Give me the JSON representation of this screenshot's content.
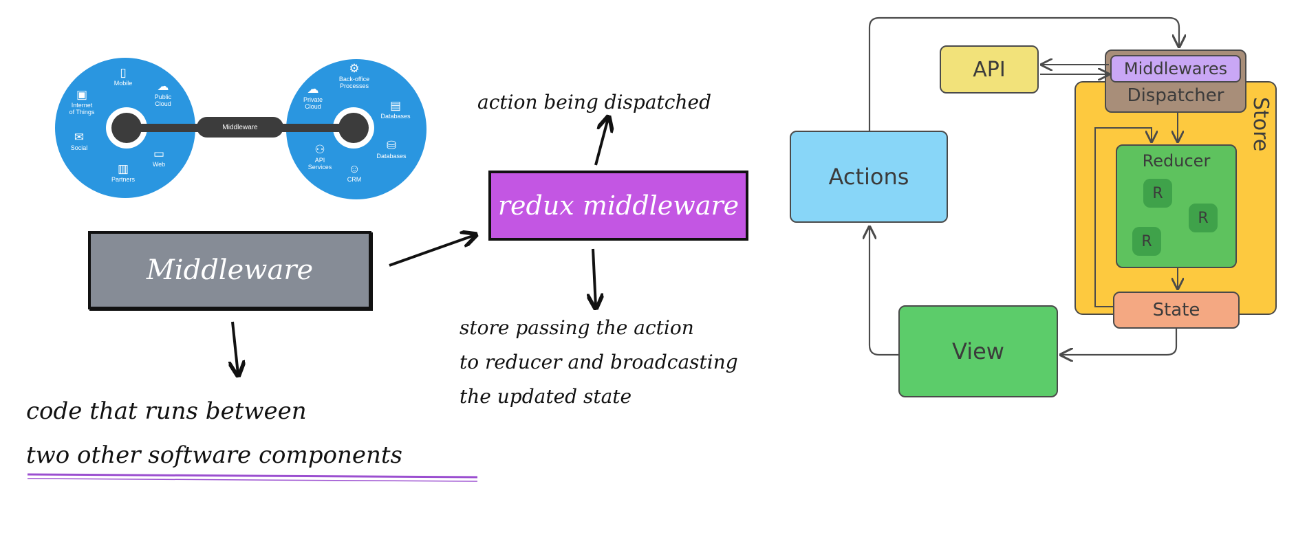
{
  "infographic": {
    "center_label": "Middleware",
    "left_services": [
      {
        "icon": "monitor-icon",
        "label": "Internet\nof Things",
        "glyph": "▣"
      },
      {
        "icon": "phone-icon",
        "label": "Mobile",
        "glyph": "▯"
      },
      {
        "icon": "cloud-icon",
        "label": "Public\nCloud",
        "glyph": "☁"
      },
      {
        "icon": "social-icon",
        "label": "Social",
        "glyph": "✉"
      },
      {
        "icon": "laptop-icon",
        "label": "Web",
        "glyph": "▭"
      },
      {
        "icon": "buildings-icon",
        "label": "Partners",
        "glyph": "▥"
      }
    ],
    "right_services": [
      {
        "icon": "cloud-icon",
        "label": "Private\nCloud",
        "glyph": "☁"
      },
      {
        "icon": "process-icon",
        "label": "Back-office\nProcesses",
        "glyph": "⚙"
      },
      {
        "icon": "chart-icon",
        "label": "Databases",
        "glyph": "▤"
      },
      {
        "icon": "people-icon",
        "label": "API\nServices",
        "glyph": "⚇"
      },
      {
        "icon": "crm-icon",
        "label": "CRM",
        "glyph": "☺"
      },
      {
        "icon": "database-icon",
        "label": "Databases",
        "glyph": "⛁"
      }
    ]
  },
  "middleware_box": {
    "label": "Middleware"
  },
  "redux_box": {
    "label": "redux middleware"
  },
  "notes": {
    "dispatched": "action being dispatched",
    "store_line1": "store passing the action",
    "store_line2": "to reducer and broadcasting",
    "store_line3": "the updated state",
    "def_line1": "code that runs between",
    "def_line2": "two other software components"
  },
  "flux": {
    "api": "API",
    "middlewares": "Middlewares",
    "dispatcher": "Dispatcher",
    "store": "Store",
    "reducer": "Reducer",
    "r_labels": [
      "R",
      "R",
      "R"
    ],
    "actions": "Actions",
    "state": "State",
    "view": "View"
  },
  "colors": {
    "blue": "#2a96e0",
    "purple": "#c356e3",
    "gray": "#868c96",
    "underline": "#9b4fd0",
    "api": "#f2e27a",
    "middlewares": "#c9a7f5",
    "dispatcher": "#a88e79",
    "store": "#fdc93f",
    "reducer": "#5ec25e",
    "actions": "#88d6f8",
    "state": "#f4a882",
    "view": "#5ccc6a"
  }
}
